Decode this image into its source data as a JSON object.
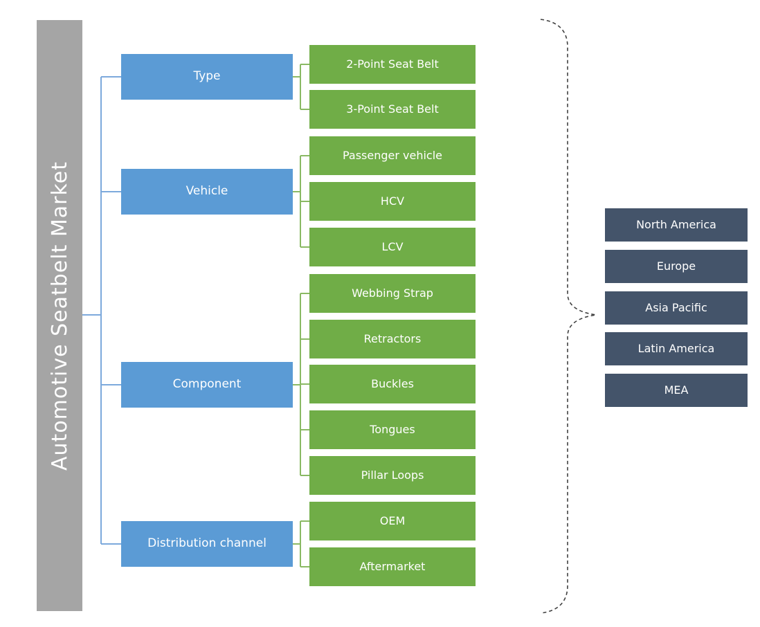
{
  "diagram": {
    "title": "Automotive Seatbelt Market",
    "categories": [
      {
        "label": "Type",
        "children": [
          "2-Point Seat Belt",
          "3-Point Seat Belt"
        ]
      },
      {
        "label": "Vehicle",
        "children": [
          "Passenger vehicle",
          "HCV",
          "LCV"
        ]
      },
      {
        "label": "Component",
        "children": [
          "Webbing Strap",
          "Retractors",
          "Buckles",
          "Tongues",
          "Pillar Loops"
        ]
      },
      {
        "label": "Distribution channel",
        "children": [
          "OEM",
          "Aftermarket"
        ]
      }
    ],
    "regions": [
      "North America",
      "Europe",
      "Asia Pacific",
      "Latin America",
      "MEA"
    ],
    "colors": {
      "root_bar_fill": "#A5A5A5",
      "category_fill": "#5B9BD5",
      "subitem_fill": "#70AD47",
      "region_fill": "#44546A",
      "connector_blue": "#7CA9DC",
      "connector_green": "#8AB964",
      "brace_stroke": "#404040",
      "text_color": "#FFFFFF"
    }
  }
}
